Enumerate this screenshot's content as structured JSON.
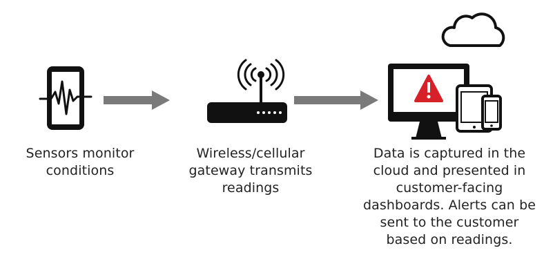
{
  "colors": {
    "icon": "#111111",
    "arrow": "#7a7a7a",
    "alert": "#d62129",
    "text": "#222222"
  },
  "steps": [
    {
      "icon": "sensor-phone-icon",
      "caption": "Sensors monitor conditions"
    },
    {
      "icon": "wireless-gateway-icon",
      "caption": "Wireless/cellular gateway transmits readings"
    },
    {
      "icon": "cloud-devices-alert-icon",
      "caption": "Data is captured in the cloud and presented in customer-facing dashboards. Alerts can be sent to the customer based on readings."
    }
  ],
  "arrows": [
    {
      "from": 0,
      "to": 1
    },
    {
      "from": 1,
      "to": 2
    }
  ]
}
